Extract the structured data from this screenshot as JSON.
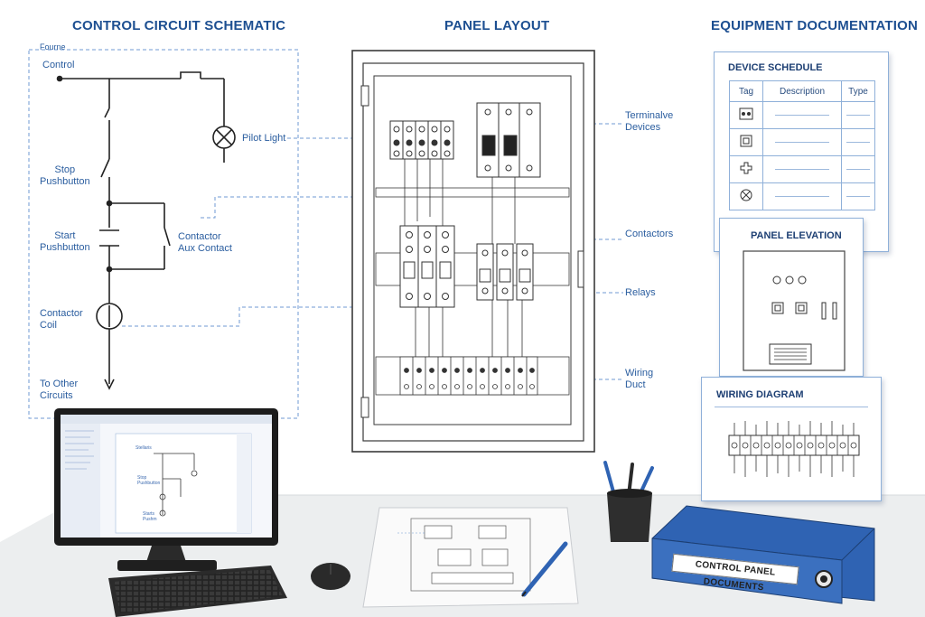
{
  "headings": {
    "schematic": "CONTROL CIRCUIT SCHEMATIC",
    "panel": "PANEL LAYOUT",
    "documentation": "EQUIPMENT DOCUMENTATION"
  },
  "schematic": {
    "corner_label": "Fourne",
    "control": "Control",
    "pilot_light": "Pilot Light",
    "stop_pushbutton": "Stop\nPushbutton",
    "start_pushbutton": "Start\nPushbutton",
    "aux_contact": "Contactor\nAux Contact",
    "contactor_coil": "Contactor\nCoil",
    "to_other_circuits": "To Other\nCircuits"
  },
  "panel_callouts": {
    "terminal_devices": "Terminalve\nDevices",
    "contactors": "Contactors",
    "relays": "Relays",
    "wiring_duct": "Wiring\nDuct"
  },
  "device_schedule": {
    "title": "DEVICE SCHEDULE",
    "columns": [
      "Tag",
      "Description",
      "Type"
    ],
    "row_icons": [
      "terminal-block-icon",
      "relay-icon",
      "pushbutton-icon",
      "pilot-light-icon"
    ]
  },
  "panel_elevation": {
    "title": "PANEL ELEVATION"
  },
  "wiring_diagram": {
    "title": "WIRING DIAGRAM"
  },
  "monitor": {
    "screen_labels": {
      "top": "Stellaris",
      "middle": "Stop\nPushbutton",
      "bottom": "Starts\nPushm"
    }
  },
  "binder": {
    "label": "CONTROL PANEL DOCUMENTS",
    "color": "#2f63b3"
  },
  "colors": {
    "accent": "#1d4f91",
    "line": "#2a5d9f",
    "dashed": "#6f9ad3",
    "panel": "#3a3a3a"
  }
}
